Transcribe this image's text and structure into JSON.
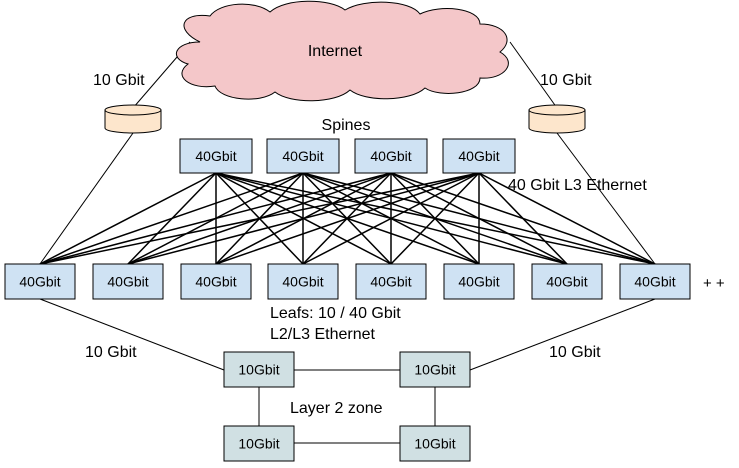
{
  "internet": {
    "label": "Internet",
    "fill": "#f4c7c9",
    "stroke": "#000000"
  },
  "router": {
    "fill": "#fde6cc"
  },
  "spines": {
    "label": "Spines",
    "fill": "#cfe2f3",
    "items": [
      {
        "label": "40Gbit"
      },
      {
        "label": "40Gbit"
      },
      {
        "label": "40Gbit"
      },
      {
        "label": "40Gbit"
      }
    ]
  },
  "leafs": {
    "fill": "#cfe2f3",
    "items": [
      {
        "label": "40Gbit"
      },
      {
        "label": "40Gbit"
      },
      {
        "label": "40Gbit"
      },
      {
        "label": "40Gbit"
      },
      {
        "label": "40Gbit"
      },
      {
        "label": "40Gbit"
      },
      {
        "label": "40Gbit"
      },
      {
        "label": "40Gbit"
      }
    ],
    "more_label": "+ +",
    "caption_line1": "Leafs: 10 / 40 Gbit",
    "caption_line2": "L2/L3 Ethernet"
  },
  "fabric_label": "40 Gbit L3 Ethernet",
  "uplink_left_label": "10 Gbit",
  "uplink_right_label": "10 Gbit",
  "downlink_left_label": "10 Gbit",
  "downlink_right_label": "10 Gbit",
  "layer2": {
    "label": "Layer 2 zone",
    "fill": "#d0e0e3",
    "items": [
      {
        "label": "10Gbit"
      },
      {
        "label": "10Gbit"
      },
      {
        "label": "10Gbit"
      },
      {
        "label": "10Gbit"
      }
    ]
  }
}
